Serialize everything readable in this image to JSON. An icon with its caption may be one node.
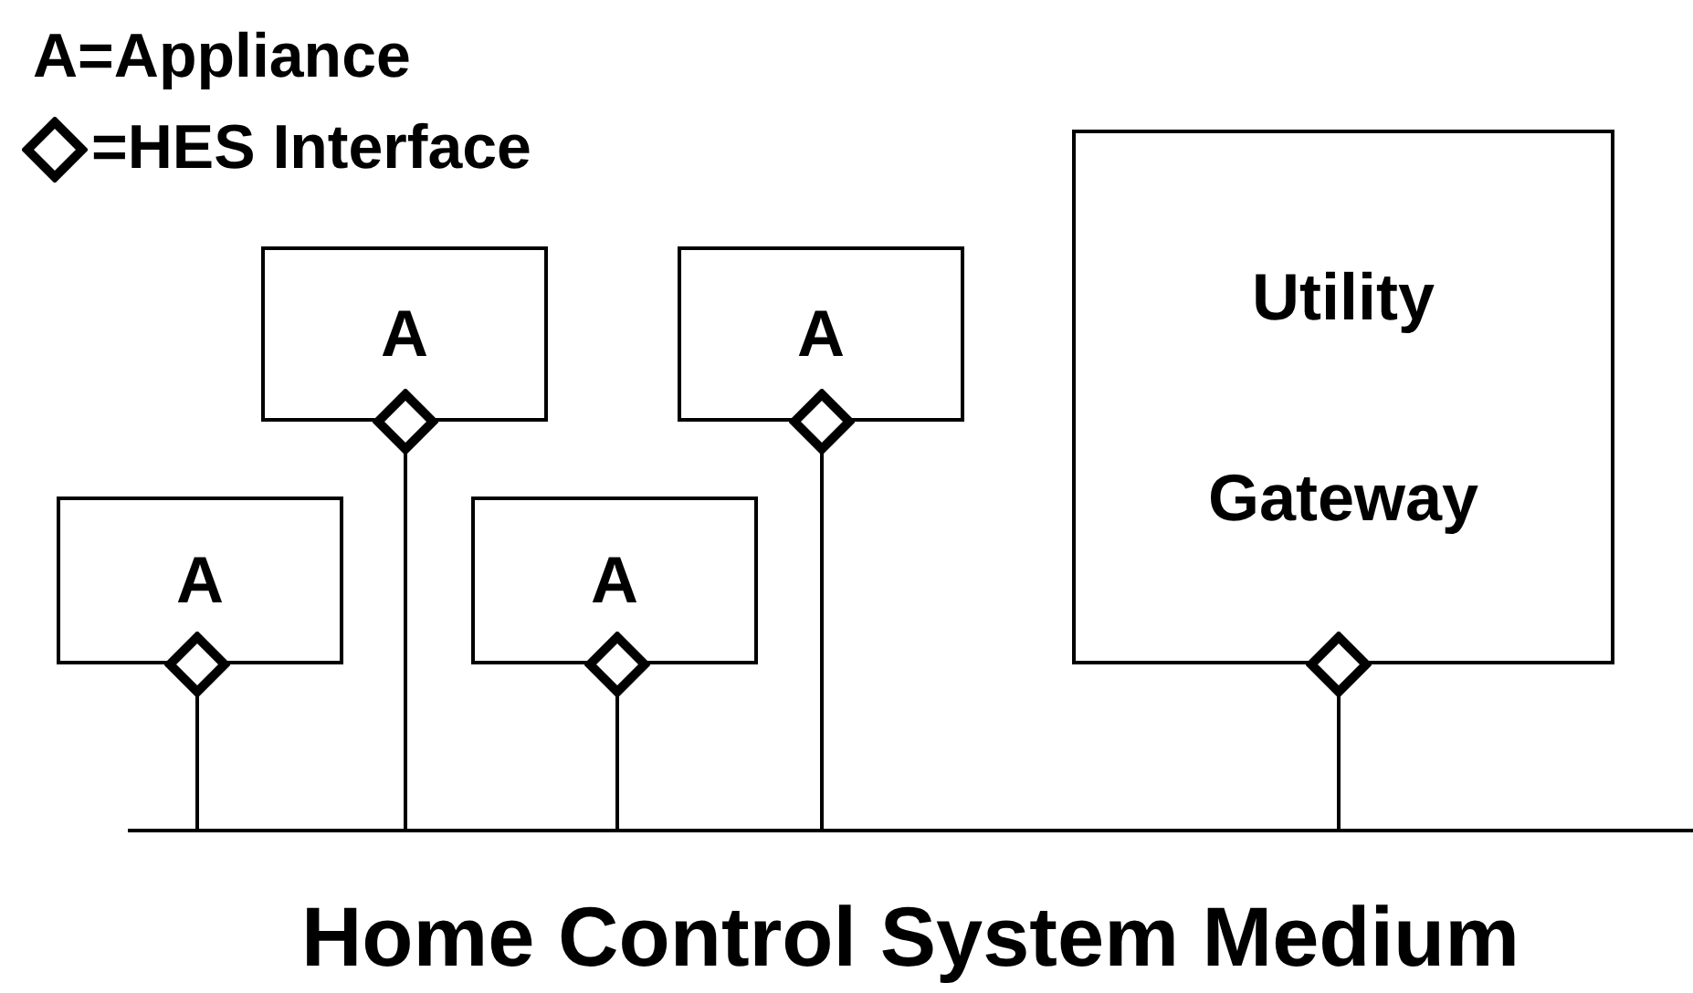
{
  "diagram": {
    "nodes": [
      {
        "text": [
          "A"
        ]
      },
      {
        "text": [
          "A"
        ]
      },
      {
        "text": [
          "Utility Gateway"
        ]
      },
      {
        "text": [
          "A"
        ]
      },
      {
        "text": [
          "A"
        ]
      },
      {
        "text": [],
        "shape": "diamond"
      },
      {
        "text": [],
        "shape": "diamond"
      },
      {
        "text": [],
        "shape": "diamond"
      },
      {
        "text": [],
        "shape": "diamond"
      },
      {
        "text": [],
        "shape": "diamond"
      },
      {
        "text": [
          "Home Control System Medium"
        ]
      }
    ],
    "edges": [
      {
        "from": 5,
        "to": 10,
        "arrow": "none"
      },
      {
        "from": 6,
        "to": 10,
        "arrow": "none"
      },
      {
        "from": 7,
        "to": 10,
        "arrow": "none"
      },
      {
        "from": 8,
        "to": 10,
        "arrow": "none"
      },
      {
        "from": 9,
        "to": 10,
        "arrow": "none"
      }
    ],
    "legend": [
      {
        "text": "A=Appliance"
      },
      {
        "text": "=HES Interface"
      }
    ]
  }
}
